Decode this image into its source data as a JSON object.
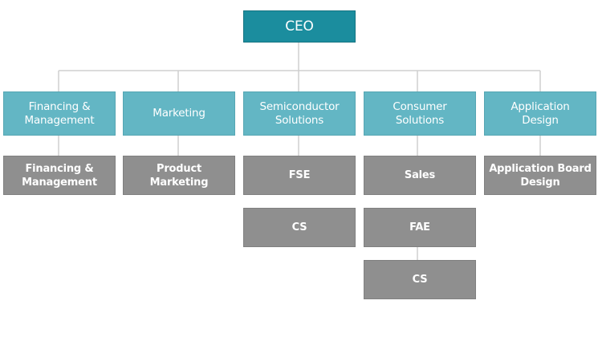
{
  "ceo": {
    "label": "CEO"
  },
  "departments": [
    {
      "label": "Financing &\nManagement",
      "subs": [
        "Financing &\nManagement"
      ]
    },
    {
      "label": "Marketing",
      "subs": [
        "Product\nMarketing"
      ]
    },
    {
      "label": "Semiconductor\nSolutions",
      "subs": [
        "FSE",
        "CS"
      ]
    },
    {
      "label": "Consumer\nSolutions",
      "subs": [
        "Sales",
        "FAE",
        "CS"
      ]
    },
    {
      "label": "Application\nDesign",
      "subs": [
        "Application Board\nDesign"
      ]
    }
  ],
  "colors": {
    "ceo": "#1b8d9e",
    "department": "#63b6c4",
    "sub_unit": "#8f8f8f",
    "connector": "#cfcfcf"
  }
}
